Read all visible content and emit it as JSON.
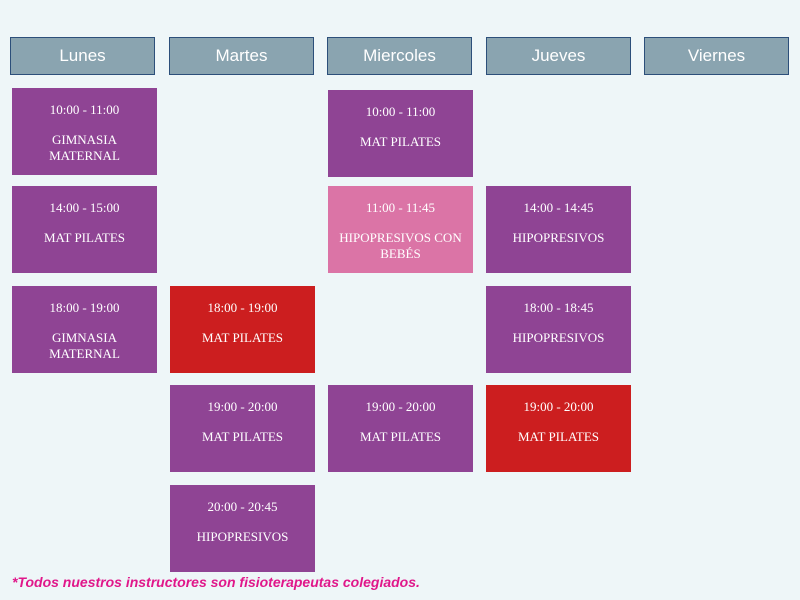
{
  "days": [
    "Lunes",
    "Martes",
    "Miercoles",
    "Jueves",
    "Viernes"
  ],
  "classes": {
    "lunes_1": {
      "time": "10:00 - 11:00",
      "name": "GIMNASIA MATERNAL"
    },
    "lunes_2": {
      "time": "14:00 - 15:00",
      "name": "MAT PILATES"
    },
    "lunes_3": {
      "time": "18:00 - 19:00",
      "name": "GIMNASIA MATERNAL"
    },
    "martes_1": {
      "time": "18:00 - 19:00",
      "name": "MAT PILATES"
    },
    "martes_2": {
      "time": "19:00 - 20:00",
      "name": "MAT PILATES"
    },
    "martes_3": {
      "time": "20:00 - 20:45",
      "name": "HIPOPRESIVOS"
    },
    "miercoles_1": {
      "time": "10:00 - 11:00",
      "name": "MAT PILATES"
    },
    "miercoles_2": {
      "time": "11:00 - 11:45",
      "name": "HIPOPRESIVOS CON BEBÉS"
    },
    "miercoles_3": {
      "time": "19:00 - 20:00",
      "name": "MAT PILATES"
    },
    "jueves_1": {
      "time": "14:00 - 14:45",
      "name": "HIPOPRESIVOS"
    },
    "jueves_2": {
      "time": "18:00 - 18:45",
      "name": "HIPOPRESIVOS"
    },
    "jueves_3": {
      "time": "19:00 - 20:00",
      "name": "MAT PILATES"
    }
  },
  "colors": {
    "header_bg": "#8aa4b0",
    "purple": "#8f4494",
    "pink": "#db74a6",
    "red": "#cc1e1f",
    "footnote": "#e0178a"
  },
  "footnote": "*Todos nuestros instructores son fisioterapeutas colegiados."
}
